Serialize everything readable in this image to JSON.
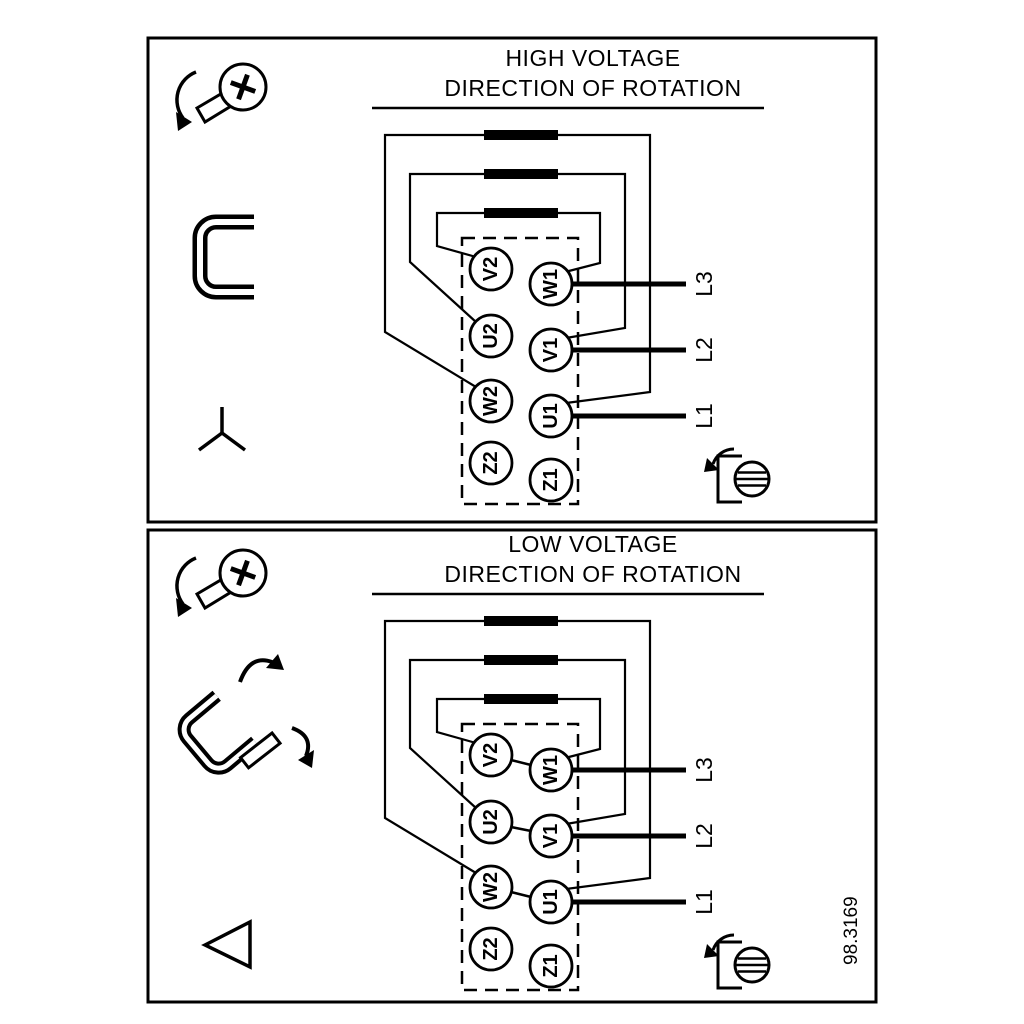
{
  "figure_code": "98.3169",
  "panels": {
    "high": {
      "title_line1": "HIGH VOLTAGE",
      "title_line2": "DIRECTION OF ROTATION",
      "connection": "star",
      "terminals": {
        "v2": "V2",
        "u2": "U2",
        "w2": "W2",
        "z2": "Z2",
        "w1": "W1",
        "v1": "V1",
        "u1": "U1",
        "z1": "Z1"
      },
      "lines": {
        "l3": "L3",
        "l2": "L2",
        "l1": "L1"
      }
    },
    "low": {
      "title_line1": "LOW VOLTAGE",
      "title_line2": "DIRECTION OF ROTATION",
      "connection": "delta",
      "terminals": {
        "v2": "V2",
        "u2": "U2",
        "w2": "W2",
        "z2": "Z2",
        "w1": "W1",
        "v1": "V1",
        "u1": "U1",
        "z1": "Z1"
      },
      "lines": {
        "l3": "L3",
        "l2": "L2",
        "l1": "L1"
      }
    }
  }
}
